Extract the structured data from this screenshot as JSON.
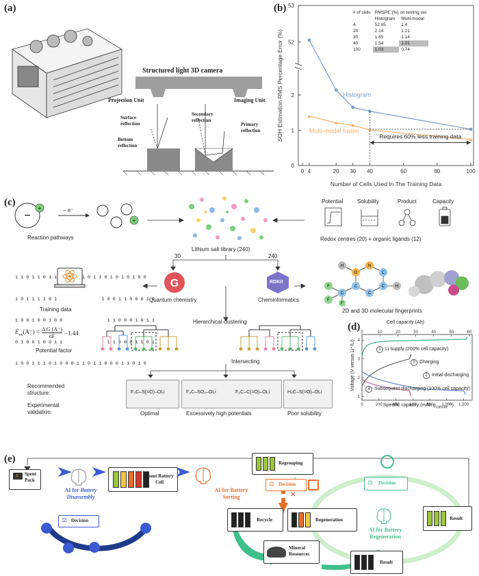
{
  "panel_a": {
    "label": "(a)",
    "camera_title": "Structured light 3D camera",
    "projection_unit": "Projection Unit",
    "imaging_unit": "Imaging Unit",
    "surface_reflection": "Surface reflection",
    "bottom_reflection": "Bottom reflection",
    "secondary_reflection": "Secondary reflection",
    "primary_reflection": "Primary reflection"
  },
  "panel_b": {
    "label": "(b)",
    "table": {
      "header_cells": "# of cells",
      "header_group": "RMSPE (%) on testing set",
      "header_hist": "Histogram",
      "header_mm": "Multi-modal",
      "rows": [
        {
          "cells": "4",
          "hist": "52.05",
          "mm": "1.4"
        },
        {
          "cells": "20",
          "hist": "2.14",
          "mm": "1.21"
        },
        {
          "cells": "30",
          "hist": "1.65",
          "mm": "1.14"
        },
        {
          "cells": "40",
          "hist": "1.54",
          "mm": "1.01"
        },
        {
          "cells": "100",
          "hist": "1.03",
          "mm": "0.74"
        }
      ]
    },
    "annotation": "Requires 60% less training data",
    "colors": {
      "histogram": "#7b9ec3",
      "multimodal": "#f2b06a"
    }
  },
  "chart_data": {
    "type": "line",
    "xlabel": "Number of Cells Used In The Training Data",
    "ylabel": "SOH Estimation RMS Percentage Error (%)",
    "x_ticks": [
      "0",
      "4",
      "20",
      "30",
      "40",
      "60",
      "80",
      "100"
    ],
    "y_ticks": [
      "0",
      "1",
      "2",
      "52",
      "53"
    ],
    "axis_break": true,
    "series": [
      {
        "name": "Histogram",
        "x": [
          4,
          20,
          30,
          40,
          100
        ],
        "y": [
          52.05,
          2.14,
          1.65,
          1.54,
          1.03
        ]
      },
      {
        "name": "Multi-modal fusion",
        "x": [
          4,
          20,
          30,
          40,
          100
        ],
        "y": [
          1.4,
          1.21,
          1.14,
          1.01,
          0.74
        ]
      }
    ]
  },
  "panel_c": {
    "label": "(c)",
    "electron": "− e⁻",
    "reaction_pathways": "Reaction pathways",
    "library": "Lithium salt library (240)",
    "props": [
      "Potential",
      "Solubility",
      "Product",
      "Capacity"
    ],
    "redox": "Redox centres (20) + organic ligands (12)",
    "n30": "30",
    "n240": "240",
    "qc": "Quantum chemistry",
    "chem": "Cheminformatics",
    "rdkit": "RDKit",
    "training": "Training data",
    "fingerprints": "2D and 3D molecular fingerprints",
    "clustering": "Hierarchical clustering",
    "potential_factor": "Potential factor",
    "intersecting": "Intersecting",
    "recommended": "Recommended structure:",
    "experimental": "Experimental validation:",
    "opt": "Optimal",
    "high": "Excessively high potentials",
    "poor": "Poor solubility",
    "binary": [
      "1 1 0 1 1 0 1 1 0 1 0 1 1 0 1 1 0 1 0 1 0 1 0 0",
      "1 0 1 1 1 1 0 1                1 0 0 1 1 0 0 0 1 0",
      "1 0 0 1 0 0 1 0 0                1 1 0 0 0 1 0 1 1",
      "0 1 0 0 1 0 0 1 1                1 1 0 0 0 1 1 0 1",
      "1 0 0 1 1 1 0 1 0 0 0 1 1 0 1 1 0 0 0 1 1 0 1 0"
    ],
    "formula_lhs": "E",
    "formula_fraction_num": "Δ G (A⁻)",
    "formula_fraction_den": "nF",
    "formula_tail": "−1.44",
    "struct_opt": "F₃C–S(=O)–OLi",
    "struct_high1": "F₃C–SO₂–OLi",
    "struct_high2": "F₃C–C(=O)–OLi",
    "struct_poor": "H₃C–S(=O)–OLi"
  },
  "panel_d": {
    "label": "(d)",
    "top_axis": "Cell capacity (Ah)",
    "top_ticks": [
      "0",
      "10",
      "20",
      "30",
      "40",
      "50",
      "60"
    ],
    "xlabel": "Specific capacity (mAh g",
    "xlabel_sub": "cathode",
    "xlabel_tail": "⁻¹)",
    "ylabel": "Voltage (V versus Li⁺/Li)",
    "x_ticks": [
      "0",
      "200",
      "400",
      "600",
      "800",
      "1,000",
      "1,200"
    ],
    "y_ticks": [
      "1",
      "2",
      "3",
      "4"
    ],
    "legend": [
      {
        "num": "1",
        "text": "Li supply (200% cell capacity)"
      },
      {
        "num": "3",
        "text": "Charging"
      },
      {
        "num": "2",
        "text": "Initial discharging"
      },
      {
        "num": "4",
        "text": "Subsequent discharging (100% cell capacity)"
      }
    ]
  },
  "panel_e": {
    "label": "(e)",
    "spent_pack": "Spent Pack",
    "spent_cell": "Spent Battery Cell",
    "ai_disassembly_1": "AI for",
    "ai_disassembly_2": "Battery",
    "ai_disassembly_3": "Disassembly",
    "ai_sorting": "AI for Battery Sorting",
    "regrouping": "Regrouping",
    "decision": "Decision",
    "recycle": "Recycle",
    "regeneration": "Regeneration",
    "ai_regeneration": "AI for Battery Regeneration",
    "result": "Result",
    "mineral": "Mineral Resources"
  }
}
